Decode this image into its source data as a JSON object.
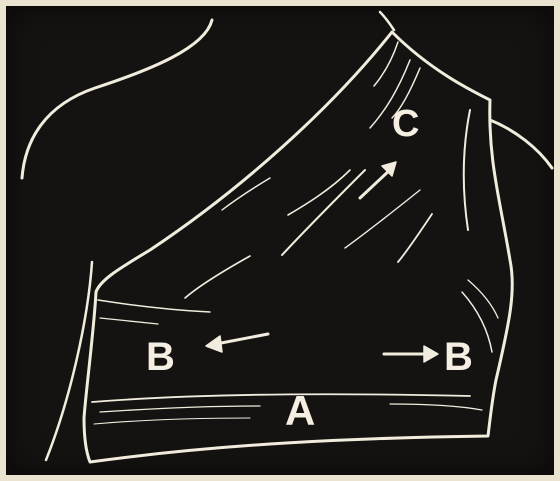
{
  "illustration": {
    "labels": {
      "c": "C",
      "b_left": "B",
      "b_right": "B",
      "a": "A"
    },
    "colors": {
      "background": "#151311",
      "line": "#f1ecdd",
      "paper": "#e9e3cf"
    },
    "arrows": [
      {
        "label": "c",
        "direction": "up-right"
      },
      {
        "label": "b_left",
        "direction": "left"
      },
      {
        "label": "b_right",
        "direction": "right"
      }
    ]
  }
}
